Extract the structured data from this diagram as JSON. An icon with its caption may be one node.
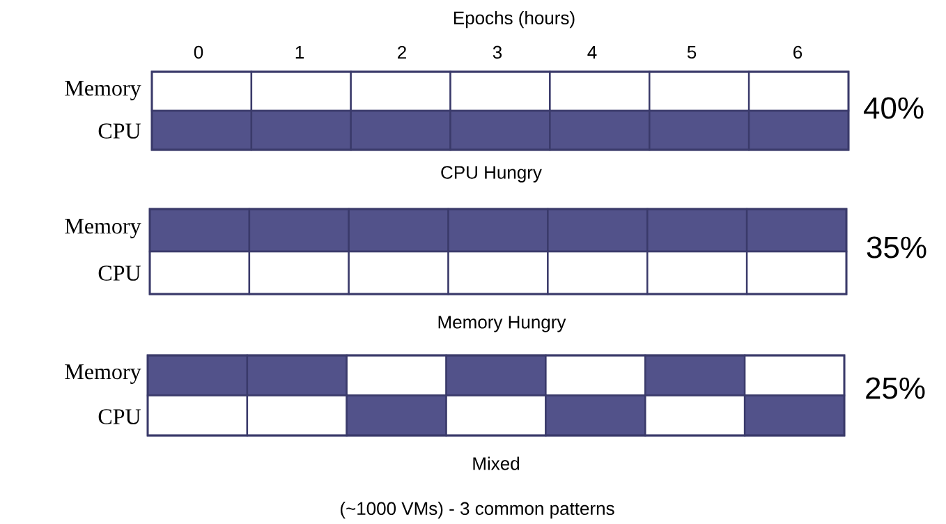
{
  "diagram": {
    "caption": "(~1000 VMs) - 3 common patterns",
    "nodes": [
      {
        "text": [
          "CPU Hungry"
        ],
        "beside": [
          "40%"
        ]
      },
      {
        "text": [
          "Memory Hungry"
        ],
        "beside": [
          "35%"
        ]
      },
      {
        "text": [
          "Mixed"
        ],
        "beside": [
          "25%"
        ]
      }
    ],
    "labels": [
      "Epochs (hours)",
      "0",
      "1",
      "2",
      "3",
      "4",
      "5",
      "6",
      "Memory",
      "CPU",
      "Memory",
      "CPU",
      "Memory",
      "CPU"
    ]
  }
}
